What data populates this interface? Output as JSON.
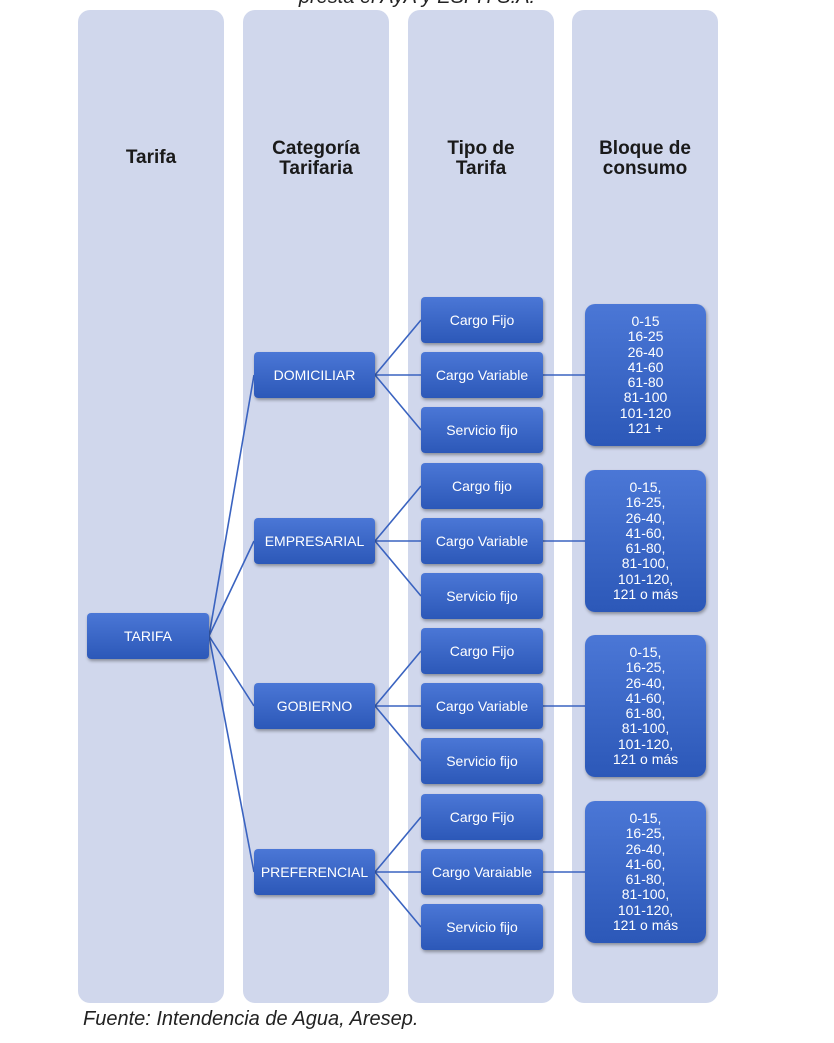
{
  "top_caption": "presta el AyA y ESPH S.A.",
  "headers": {
    "tarifa": [
      "Tarifa"
    ],
    "categoria": [
      "Categoría",
      "Tarifaria"
    ],
    "tipo": [
      "Tipo de",
      "Tarifa"
    ],
    "bloque": [
      "Bloque de",
      "consumo"
    ]
  },
  "root": "TARIFA",
  "categories": [
    {
      "label": "DOMICILIAR",
      "types": [
        "Cargo Fijo",
        "Cargo Variable",
        "Servicio fijo"
      ],
      "blocks": [
        "0-15",
        "16-25",
        "26-40",
        "41-60",
        "61-80",
        "81-100",
        "101-120",
        "121 +"
      ]
    },
    {
      "label": "EMPRESARIAL",
      "types": [
        "Cargo fijo",
        "Cargo Variable",
        "Servicio fijo"
      ],
      "blocks": [
        "0-15,",
        "16-25,",
        "26-40,",
        "41-60,",
        "61-80,",
        "81-100,",
        "101-120,",
        "121 o más"
      ]
    },
    {
      "label": "GOBIERNO",
      "types": [
        "Cargo Fijo",
        "Cargo Variable",
        "Servicio fijo"
      ],
      "blocks": [
        "0-15,",
        "16-25,",
        "26-40,",
        "41-60,",
        "61-80,",
        "81-100,",
        "101-120,",
        "121 o más"
      ]
    },
    {
      "label": "PREFERENCIAL",
      "types": [
        "Cargo Fijo",
        "Cargo Varaiable",
        "Servicio fijo"
      ],
      "blocks": [
        "0-15,",
        "16-25,",
        "26-40,",
        "41-60,",
        "61-80,",
        "81-100,",
        "101-120,",
        "121 o más"
      ]
    }
  ],
  "footer": "Fuente: Intendencia de Agua, Aresep.",
  "colors": {
    "column_bg": "#d0d7ec",
    "node_top": "#4b77d6",
    "node_bottom": "#2c58b8",
    "connector": "#3a63c0"
  }
}
